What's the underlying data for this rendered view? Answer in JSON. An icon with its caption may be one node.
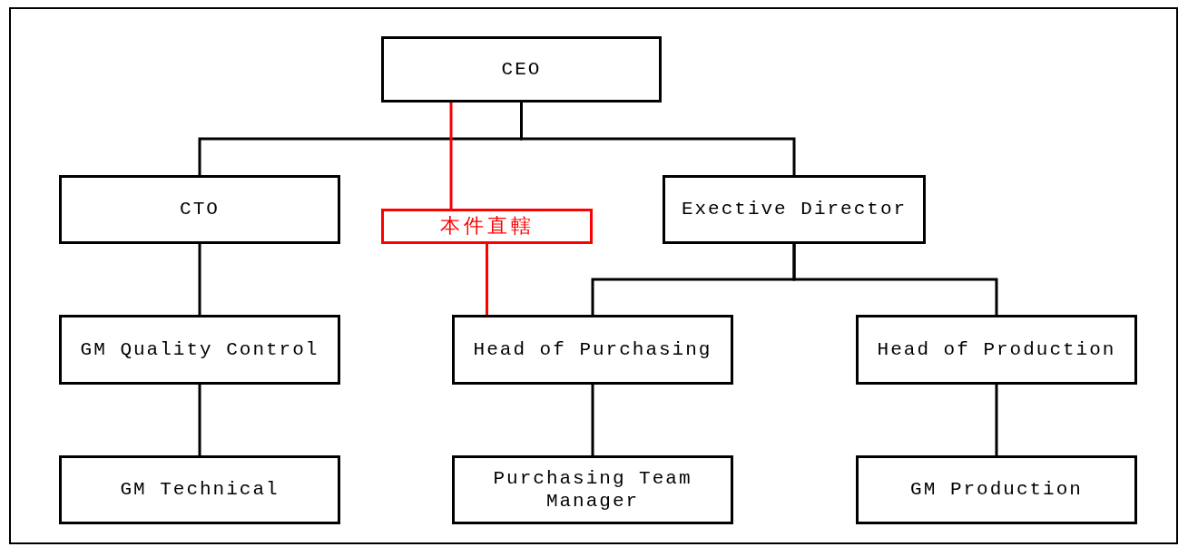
{
  "diagram": {
    "nodes": [
      {
        "text": [
          "CEO"
        ]
      },
      {
        "text": [
          "CTO"
        ]
      },
      {
        "text": [
          "本件直轄"
        ]
      },
      {
        "text": [
          "Exective Director"
        ]
      },
      {
        "text": [
          "GM Quality Control"
        ]
      },
      {
        "text": [
          "Head of Purchasing"
        ]
      },
      {
        "text": [
          "Head of Production"
        ]
      },
      {
        "text": [
          "GM Technical"
        ]
      },
      {
        "text": [
          "Purchasing Team Manager"
        ]
      },
      {
        "text": [
          "GM Production"
        ]
      }
    ],
    "edges": [
      {
        "from": 0,
        "to": 1,
        "arrow": "none"
      },
      {
        "from": 0,
        "to": 3,
        "arrow": "none"
      },
      {
        "from": 0,
        "to": 2,
        "arrow": "none",
        "color": "#ff0000"
      },
      {
        "from": 2,
        "to": 5,
        "arrow": "none",
        "color": "#ff0000"
      },
      {
        "from": 3,
        "to": 5,
        "arrow": "none"
      },
      {
        "from": 3,
        "to": 6,
        "arrow": "none"
      },
      {
        "from": 1,
        "to": 4,
        "arrow": "none"
      },
      {
        "from": 4,
        "to": 7,
        "arrow": "none"
      },
      {
        "from": 5,
        "to": 8,
        "arrow": "none"
      },
      {
        "from": 6,
        "to": 9,
        "arrow": "none"
      }
    ]
  }
}
